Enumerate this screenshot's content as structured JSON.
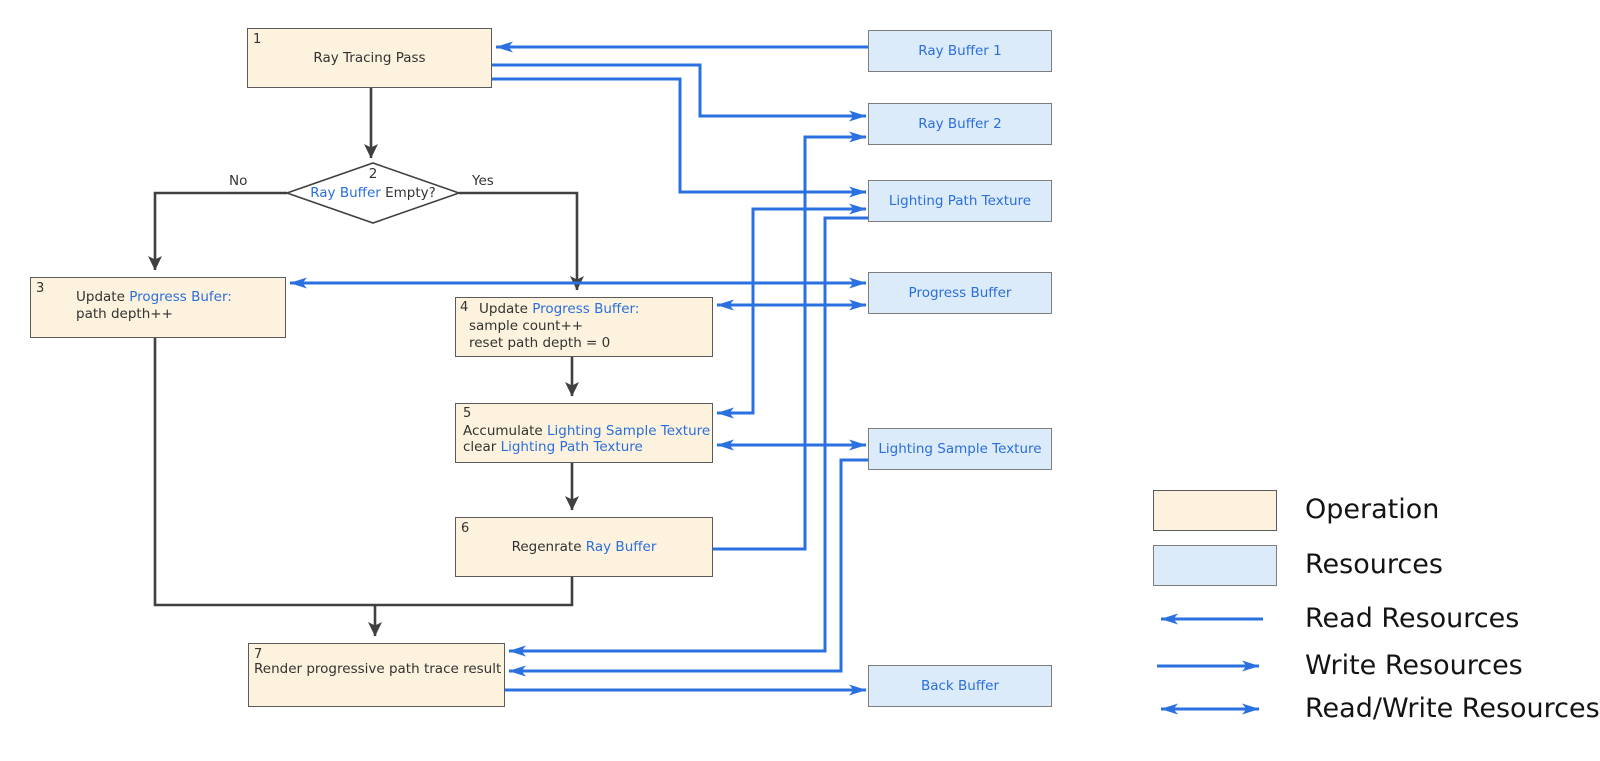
{
  "nodes": {
    "op1": {
      "num": "1",
      "title": "Ray Tracing Pass"
    },
    "d2": {
      "num": "2",
      "cond_blue": "Ray Buffer",
      "cond_rest": " Empty?",
      "no": "No",
      "yes": "Yes"
    },
    "op3": {
      "num": "3",
      "l1a": "Update ",
      "l1b": "Progress Bufer:",
      "l2": "path depth++"
    },
    "op4": {
      "num": "4",
      "l1a": "Update ",
      "l1b": "Progress Buffer:",
      "l2": "sample count++",
      "l3": "reset path depth = 0"
    },
    "op5": {
      "num": "5",
      "l1a": "Accumulate ",
      "l1b": "Lighting Sample Texture",
      "l2a": "clear ",
      "l2b": "Lighting Path Texture"
    },
    "op6": {
      "num": "6",
      "l1a": "Regenrate ",
      "l1b": "Ray Buffer"
    },
    "op7": {
      "num": "7",
      "l1": "Render progressive path trace result"
    }
  },
  "resources": {
    "rb1": "Ray Buffer 1",
    "rb2": "Ray Buffer 2",
    "lpt": "Lighting Path Texture",
    "pb": "Progress Buffer",
    "lst": "Lighting Sample Texture",
    "bb": "Back Buffer"
  },
  "legend": {
    "operation": "Operation",
    "resources": "Resources",
    "read": "Read Resources",
    "write": "Write Resources",
    "readwrite": "Read/Write Resources"
  },
  "colors": {
    "operation_fill": "#fcf2dd",
    "resource_fill": "#dcebf9",
    "blue_accent": "#2b6fdb",
    "flow_dark": "#404040"
  }
}
